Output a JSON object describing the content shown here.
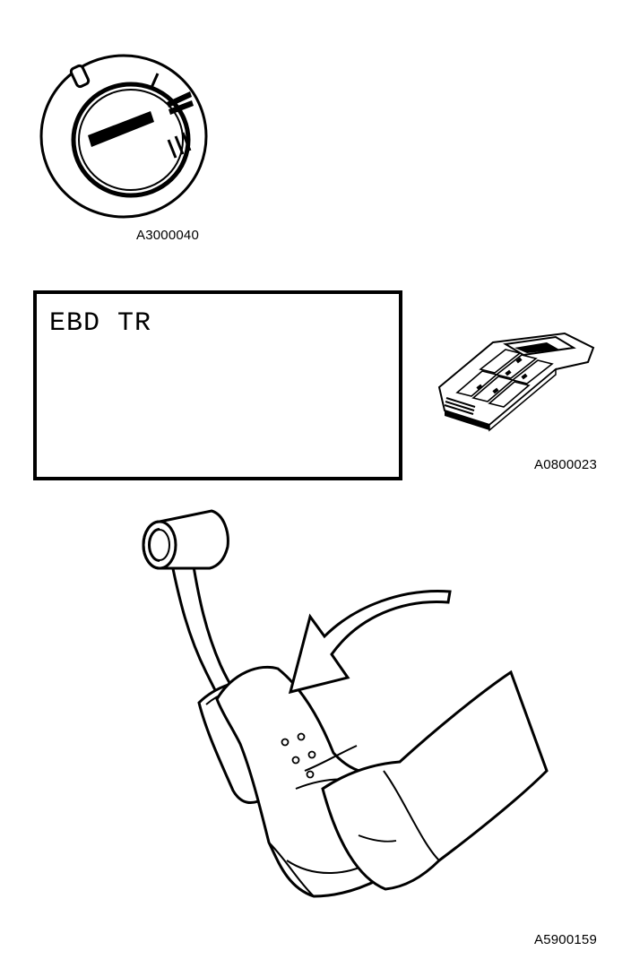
{
  "figures": {
    "ignition_switch": {
      "figure_id": "A3000040",
      "icon": "ignition-key-switch-icon",
      "positions": [
        "0",
        "I",
        "II",
        "III"
      ]
    },
    "display": {
      "text": "EBD TR"
    },
    "scan_tool": {
      "figure_id": "A0800023",
      "icon": "diagnostic-scan-tool-icon"
    },
    "brake_pedal": {
      "figure_id": "A5900159",
      "icon": "brake-pedal-press-icon"
    }
  }
}
